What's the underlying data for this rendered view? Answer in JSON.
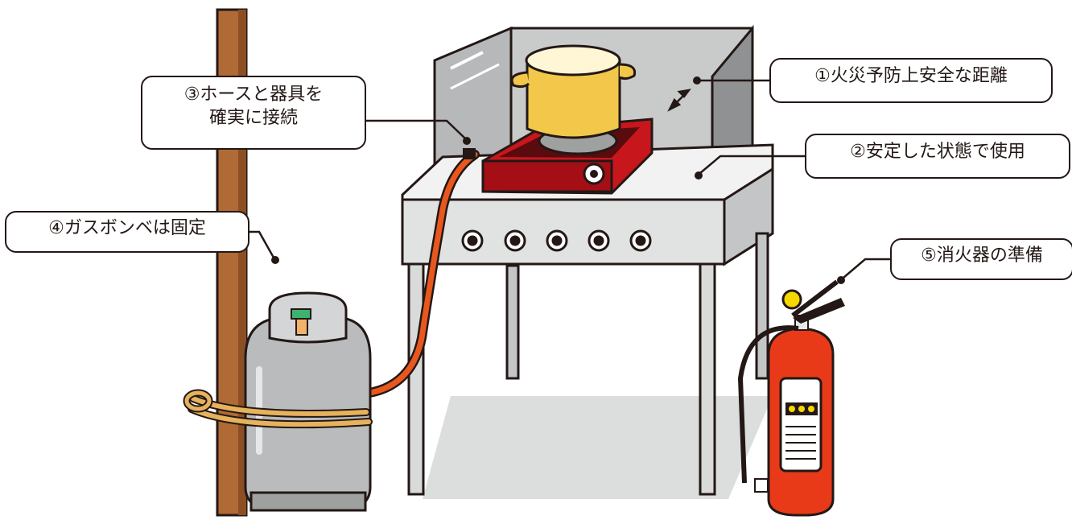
{
  "callouts": {
    "distance": "①火災予防上安全な距離",
    "stability": "②安定した状態で使用",
    "hose_line1": "③ホースと器具を",
    "hose_line2": "確実に接続",
    "cylinder": "④ガスボンベは固定",
    "extinguisher": "⑤消火器の準備"
  },
  "colors": {
    "outline": "#231815",
    "panel": "#b7b8b9",
    "stove_red": "#c8161d",
    "pot_yellow": "#f2c74a",
    "hose_orange": "#e8571e",
    "cylinder_gray": "#b9bbbd",
    "post_brown": "#b06a36",
    "extinguisher_red": "#e83a18",
    "rope": "#e7b25c"
  }
}
